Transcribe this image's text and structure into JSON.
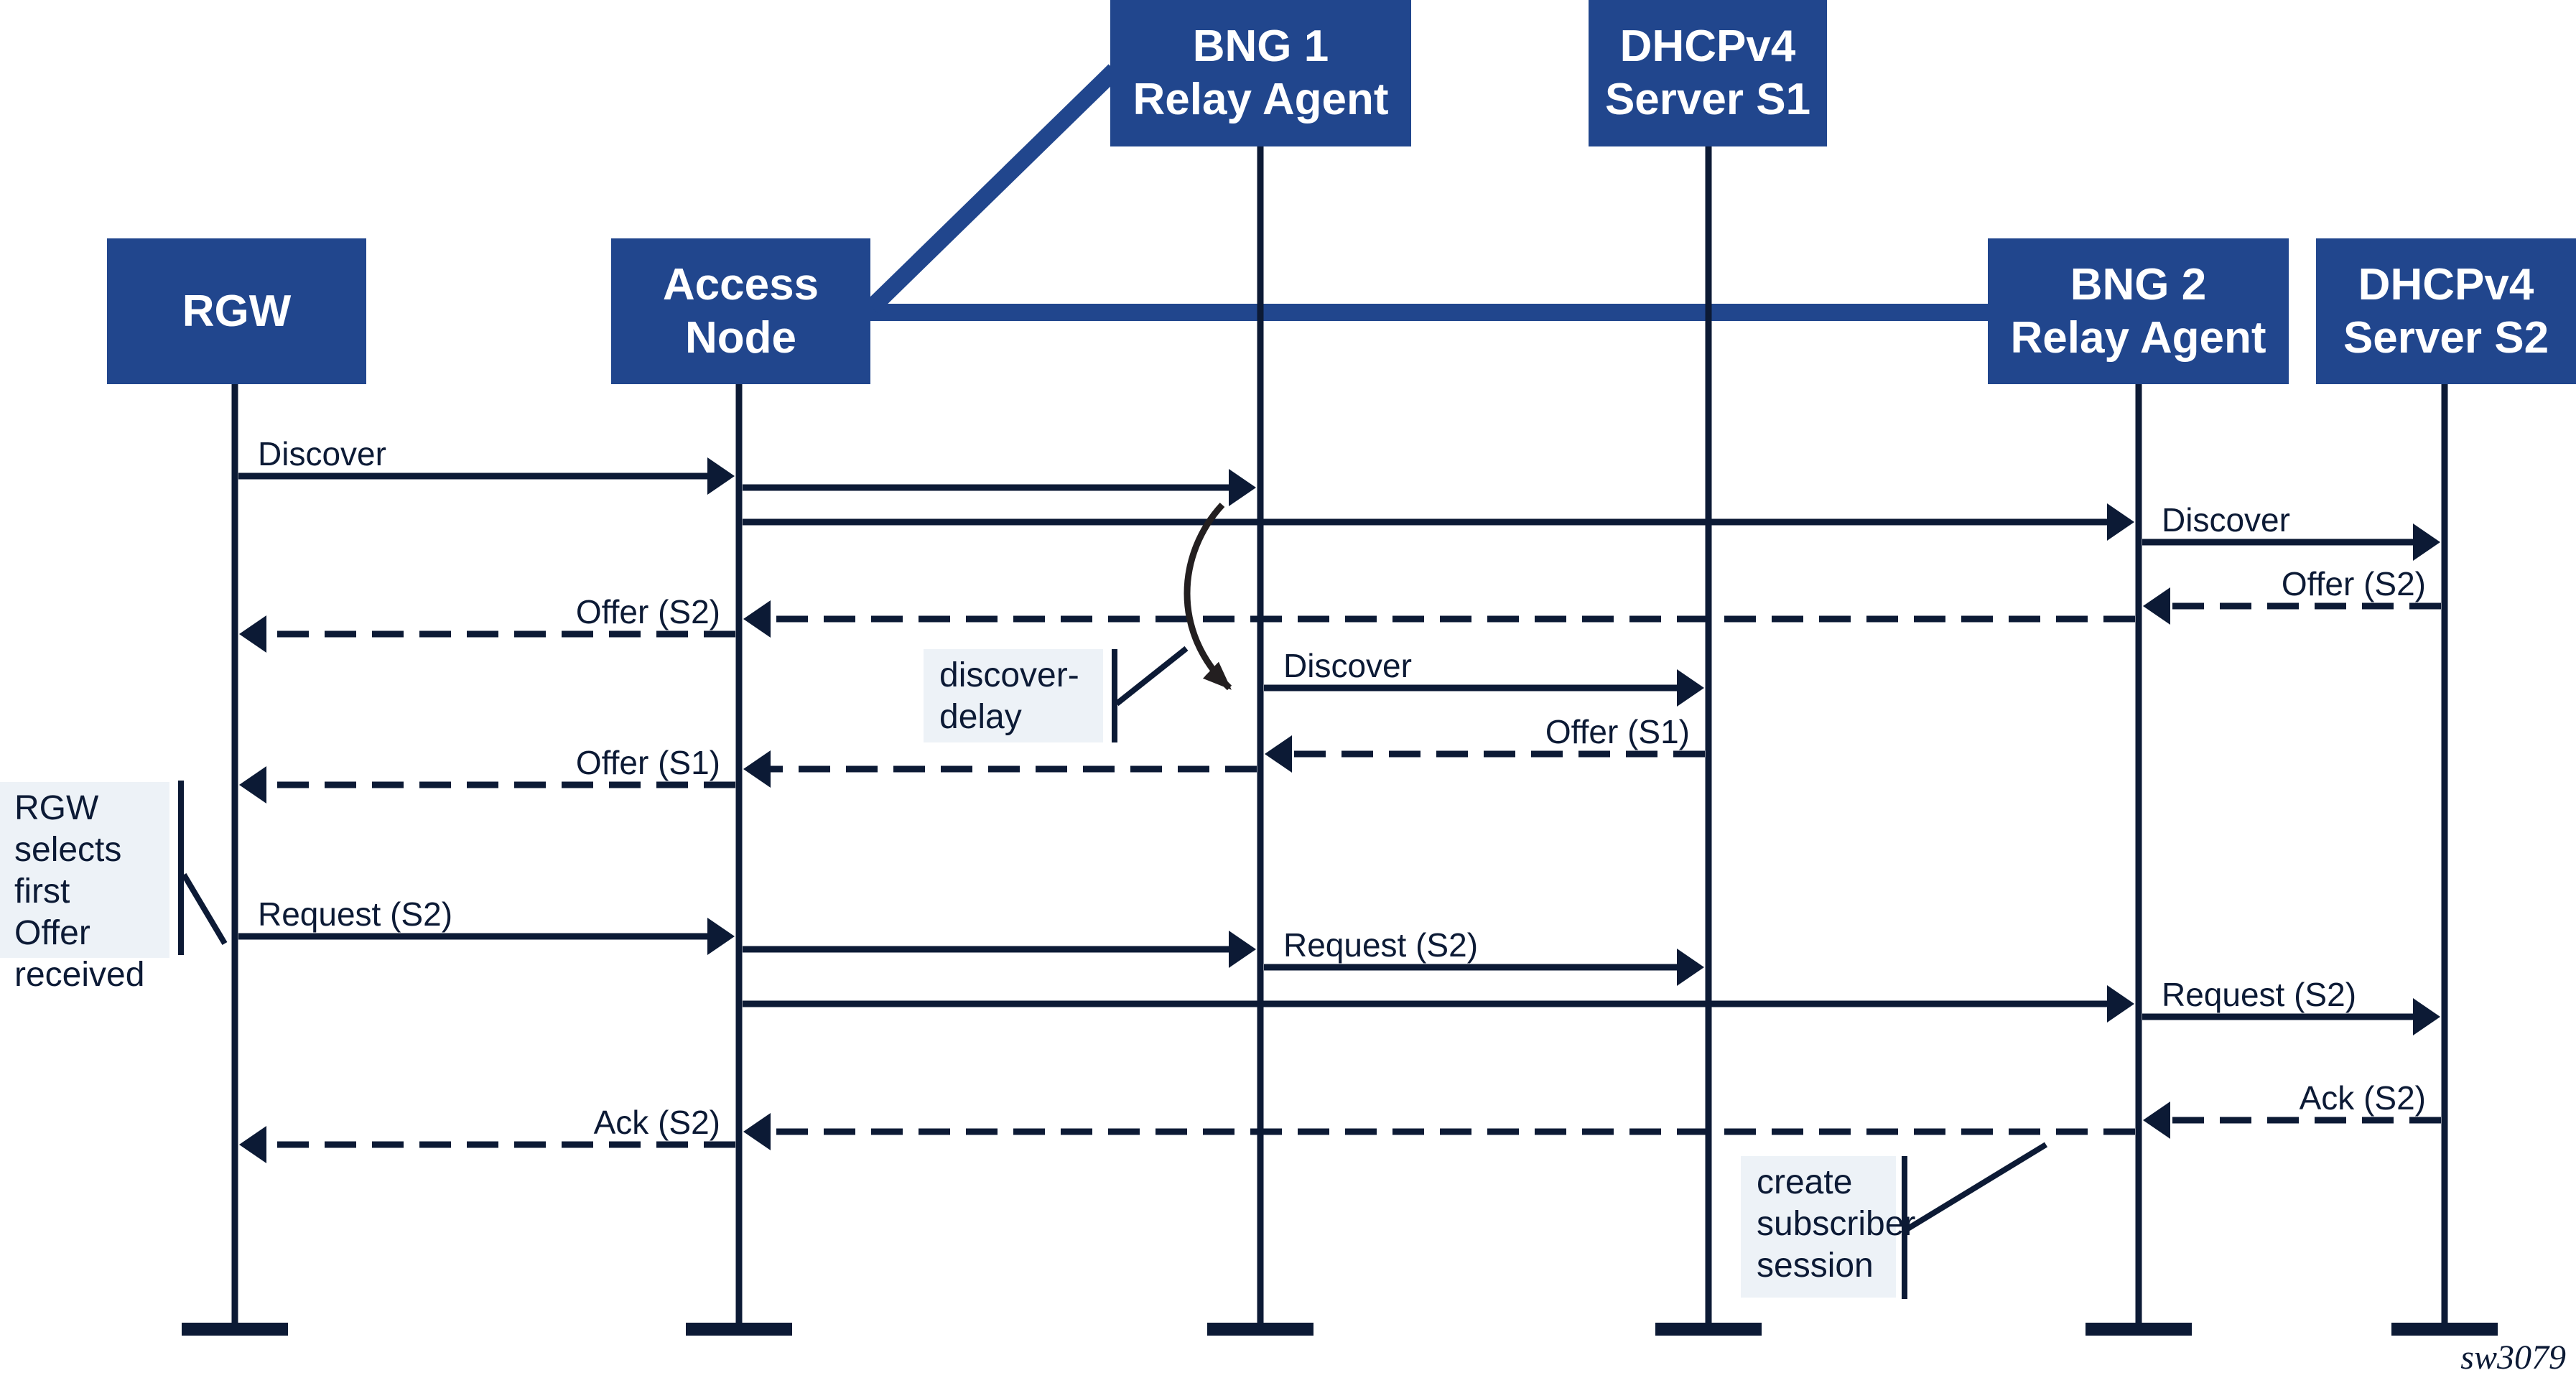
{
  "colors": {
    "box": "#21468d",
    "line": "#0c1a35",
    "note_bg": "#edf2f7",
    "curve": "#231f20"
  },
  "entities": [
    {
      "id": "rgw",
      "lines": [
        "RGW"
      ]
    },
    {
      "id": "access-node",
      "lines": [
        "Access",
        "Node"
      ]
    },
    {
      "id": "bng1",
      "lines": [
        "BNG 1",
        "Relay Agent"
      ]
    },
    {
      "id": "dhcp-s1",
      "lines": [
        "DHCPv4",
        "Server S1"
      ]
    },
    {
      "id": "bng2",
      "lines": [
        "BNG 2",
        "Relay Agent"
      ]
    },
    {
      "id": "dhcp-s2",
      "lines": [
        "DHCPv4",
        "Server S2"
      ]
    }
  ],
  "messages": [
    {
      "from": "rgw",
      "to": "access-node",
      "label": "Discover",
      "style": "solid"
    },
    {
      "from": "access-node",
      "to": "bng1",
      "label": "",
      "style": "solid"
    },
    {
      "from": "access-node",
      "to": "bng2",
      "label": "",
      "style": "solid"
    },
    {
      "from": "bng2",
      "to": "dhcp-s2",
      "label": "Discover",
      "style": "solid"
    },
    {
      "from": "dhcp-s2",
      "to": "bng2",
      "label": "Offer (S2)",
      "style": "dashed"
    },
    {
      "from": "bng2",
      "to": "access-node",
      "label": "",
      "style": "dashed"
    },
    {
      "from": "access-node",
      "to": "rgw",
      "label": "Offer (S2)",
      "style": "dashed"
    },
    {
      "from": "bng1",
      "to": "dhcp-s1",
      "label": "Discover",
      "style": "solid"
    },
    {
      "from": "dhcp-s1",
      "to": "bng1",
      "label": "Offer (S1)",
      "style": "dashed"
    },
    {
      "from": "bng1",
      "to": "access-node",
      "label": "",
      "style": "dashed"
    },
    {
      "from": "access-node",
      "to": "rgw",
      "label": "Offer (S1)",
      "style": "dashed"
    },
    {
      "from": "rgw",
      "to": "access-node",
      "label": "Request (S2)",
      "style": "solid"
    },
    {
      "from": "access-node",
      "to": "bng1",
      "label": "",
      "style": "solid"
    },
    {
      "from": "bng1",
      "to": "dhcp-s1",
      "label": "Request (S2)",
      "style": "solid"
    },
    {
      "from": "access-node",
      "to": "bng2",
      "label": "",
      "style": "solid"
    },
    {
      "from": "bng2",
      "to": "dhcp-s2",
      "label": "Request (S2)",
      "style": "solid"
    },
    {
      "from": "dhcp-s2",
      "to": "bng2",
      "label": "Ack (S2)",
      "style": "dashed"
    },
    {
      "from": "bng2",
      "to": "access-node",
      "label": "",
      "style": "dashed"
    },
    {
      "from": "access-node",
      "to": "rgw",
      "label": "Ack (S2)",
      "style": "dashed"
    }
  ],
  "notes": {
    "rgw_selects": [
      "RGW",
      "selects",
      "first Offer",
      "received"
    ],
    "discover_delay": [
      "discover-",
      "delay"
    ],
    "create_session": [
      "create",
      "subscriber",
      "session"
    ]
  },
  "figure_id": "sw3079"
}
